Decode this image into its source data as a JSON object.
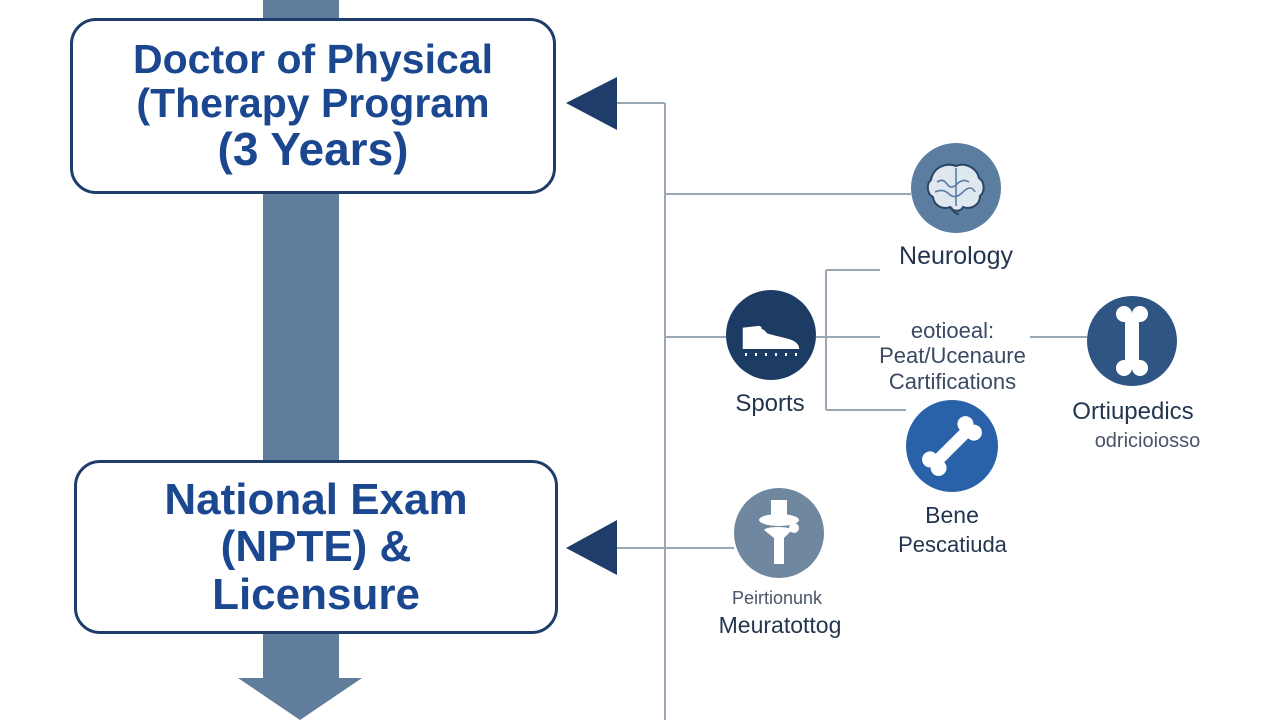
{
  "program_box": {
    "line1": "Doctor of Physical",
    "line2": "(Therapy Program",
    "line3": "(3 Years)"
  },
  "exam_box": {
    "line1": "National Exam",
    "line2": "(NPTE) &",
    "line3": "Licensure"
  },
  "labels": {
    "neurology": "Neurology",
    "sports": "Sports",
    "certifications_line1": "eotioeal:",
    "certifications_line2": "Peat/Ucenaure",
    "certifications_line3": "Cartifications",
    "orthopedics": "Ortiupedics",
    "orthopedics_sub": "odricioiosso",
    "bone": "Bene",
    "bone_sub": "Pescatiuda",
    "joint": "Peirtionunk",
    "joint_sub": "Meuratottog"
  },
  "icons": {
    "neurology": "brain-icon",
    "sports": "shoe-icon",
    "orthopedics": "bone-icon",
    "bone": "bone-icon",
    "joint": "knee-joint-icon"
  },
  "colors": {
    "navy": "#1f3d6b",
    "text_blue": "#1a4790",
    "steel": "#607d9c",
    "connector": "#9aa7b4"
  }
}
